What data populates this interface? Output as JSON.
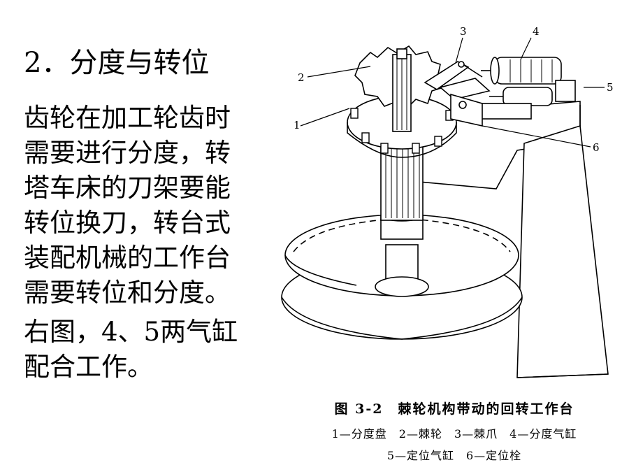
{
  "slide": {
    "heading": "2．分度与转位",
    "paragraph1": "齿轮在加工轮齿时需要进行分度，转塔车床的刀架要能转位换刀，转台式装配机械的工作台需要转位和分度。",
    "paragraph2": "右图，4、5两气缸配合工作。"
  },
  "figure": {
    "labels": [
      "1",
      "2",
      "3",
      "4",
      "5",
      "6"
    ],
    "caption_title": "图 3-2　棘轮机构带动的回转工作台",
    "caption_line1": "1—分度盘　2—棘轮　3—棘爪　4—分度气缸",
    "caption_line2": "5—定位气缸　6—定位栓"
  }
}
